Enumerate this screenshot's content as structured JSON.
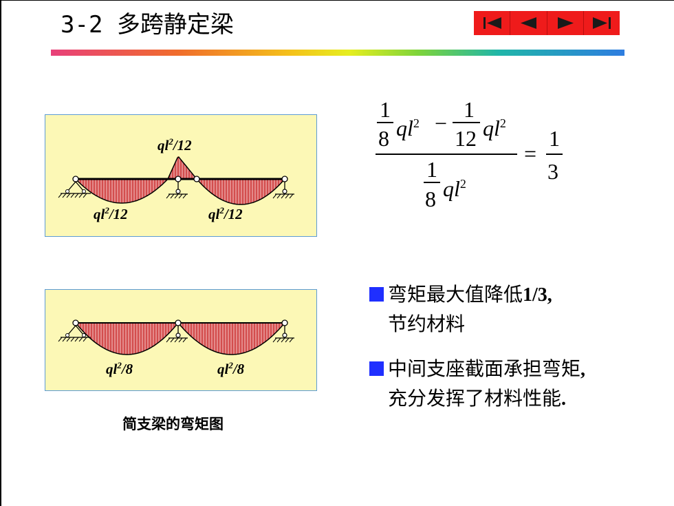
{
  "title": "3-2 多跨静定梁",
  "nav": {
    "first": "skip-to-first-icon",
    "prev": "previous-icon",
    "next": "next-icon",
    "last": "skip-to-last-icon",
    "color": "#ef1b1b"
  },
  "colors": {
    "panel": "#fcf8b6",
    "panel_border": "#5b9bd5",
    "moment_fill": "#e48a8a",
    "moment_hatch": "#c21010",
    "bullet": "#1f2fff"
  },
  "diagram_top": {
    "label_top": "ql²/12",
    "label_left": "ql²/12",
    "label_right": "ql²/12",
    "label_top_base": "ql",
    "label_top_exp": "2",
    "label_top_den": "/12",
    "label_left_base": "ql",
    "label_left_exp": "2",
    "label_left_den": "/12",
    "label_right_base": "ql",
    "label_right_exp": "2",
    "label_right_den": "/12"
  },
  "diagram_bottom": {
    "label_left": "ql²/8",
    "label_right": "ql²/8",
    "label_left_base": "ql",
    "label_left_exp": "2",
    "label_left_den": "/8",
    "label_right_base": "ql",
    "label_right_exp": "2",
    "label_right_den": "/8",
    "caption": "简支梁的弯矩图"
  },
  "formula": {
    "expression": "(1/8 ql² − 1/12 ql²) / (1/8 ql²) = 1/3",
    "n1_num": "1",
    "n1_den": "8",
    "n1_var": "ql",
    "n1_exp": "2",
    "minus": "−",
    "n2_num": "1",
    "n2_den": "12",
    "n2_var": "ql",
    "n2_exp": "2",
    "d_num": "1",
    "d_den": "8",
    "d_var": "ql",
    "d_exp": "2",
    "equals": "=",
    "r_num": "1",
    "r_den": "3"
  },
  "bullets": [
    {
      "line1": "弯矩最大值降低",
      "line1_tail": "1/3,",
      "line2": "节约材料"
    },
    {
      "line1": "中间支座截面承担弯矩",
      "line1_tail": ",",
      "line2": "充分发挥了材料性能",
      "line2_tail": "."
    }
  ]
}
